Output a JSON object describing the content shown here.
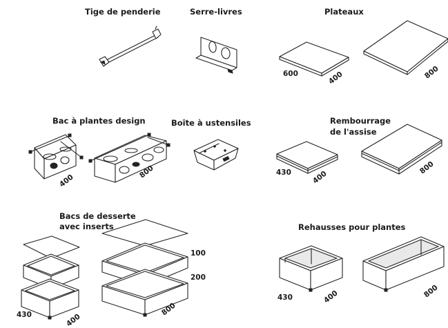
{
  "labels": {
    "tige": "Tige de penderie",
    "serre": "Serre-livres",
    "plateaux": "Plateaux",
    "bac_plantes": "Bac à plantes design",
    "boite": "Boîte à ustensiles",
    "rembourrage_1": "Rembourrage",
    "rembourrage_2": "de l'assise",
    "bacs_1": "Bacs de desserte",
    "bacs_2": "avec inserts",
    "rehausses": "Rehausses pour plantes"
  },
  "dimensions": {
    "plateau_small_w": "600",
    "plateau_small_d": "400",
    "plateau_large_w": "800",
    "bac_small": "400",
    "bac_large": "800",
    "remb_small_w": "430",
    "remb_small_d": "400",
    "remb_large": "800",
    "bacs_h1": "100",
    "bacs_h2": "200",
    "bacs_w": "430",
    "bacs_d": "400",
    "bacs_large": "800",
    "reh_w": "430",
    "reh_d": "400",
    "reh_large": "800"
  }
}
